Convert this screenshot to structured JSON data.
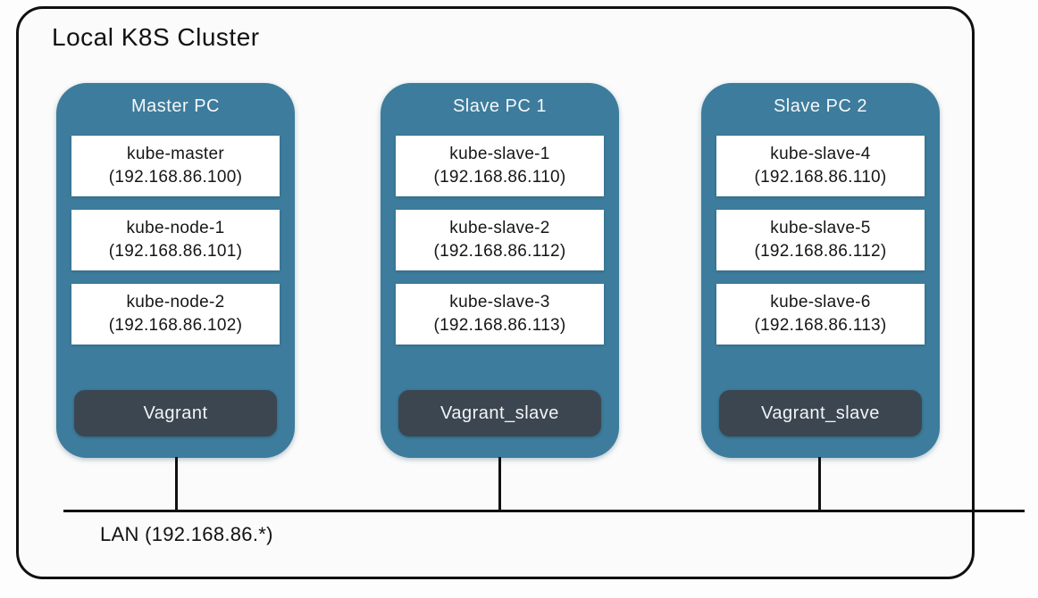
{
  "diagram": {
    "title": "Local K8S Cluster",
    "lan_label": "LAN (192.168.86.*)",
    "colors": {
      "machine_fill": "#3d7c9c",
      "vagrant_fill": "#3c4651",
      "node_fill": "#ffffff",
      "line": "#101010",
      "background": "#fbfbfb"
    },
    "machines": [
      {
        "name": "Master PC",
        "vagrant_label": "Vagrant",
        "nodes": [
          {
            "hostname": "kube-master",
            "ip": "(192.168.86.100)"
          },
          {
            "hostname": "kube-node-1",
            "ip": "(192.168.86.101)"
          },
          {
            "hostname": "kube-node-2",
            "ip": "(192.168.86.102)"
          }
        ]
      },
      {
        "name": "Slave PC 1",
        "vagrant_label": "Vagrant_slave",
        "nodes": [
          {
            "hostname": "kube-slave-1",
            "ip": "(192.168.86.110)"
          },
          {
            "hostname": "kube-slave-2",
            "ip": "(192.168.86.112)"
          },
          {
            "hostname": "kube-slave-3",
            "ip": "(192.168.86.113)"
          }
        ]
      },
      {
        "name": "Slave PC 2",
        "vagrant_label": "Vagrant_slave",
        "nodes": [
          {
            "hostname": "kube-slave-4",
            "ip": "(192.168.86.110)"
          },
          {
            "hostname": "kube-slave-5",
            "ip": "(192.168.86.112)"
          },
          {
            "hostname": "kube-slave-6",
            "ip": "(192.168.86.113)"
          }
        ]
      }
    ]
  }
}
